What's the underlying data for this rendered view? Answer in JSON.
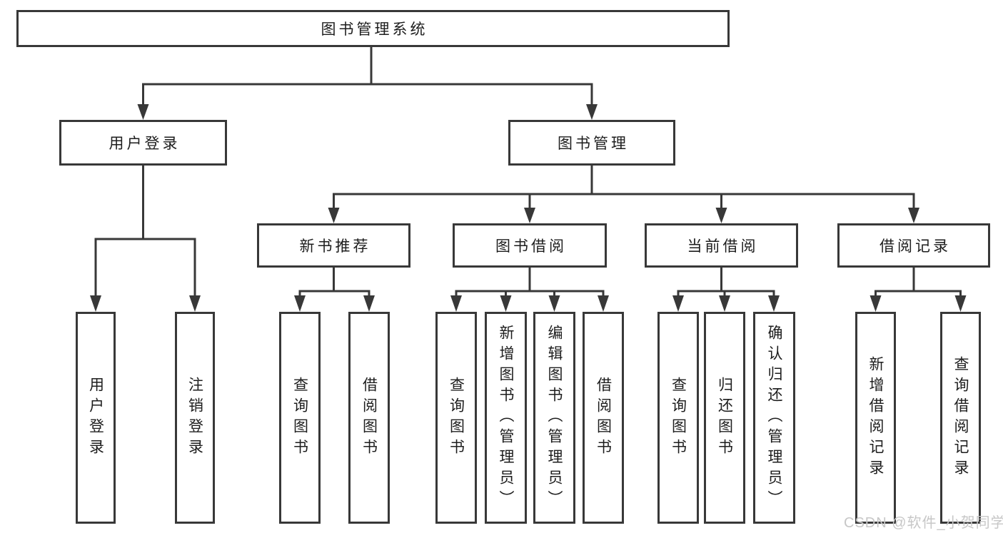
{
  "tree": {
    "label": "图书管理系统",
    "children": [
      {
        "label": "用户登录",
        "children": [
          {
            "label": "用户登录"
          },
          {
            "label": "注销登录"
          }
        ]
      },
      {
        "label": "图书管理",
        "children": [
          {
            "label": "新书推荐",
            "children": [
              {
                "label": "查询图书"
              },
              {
                "label": "借阅图书"
              }
            ]
          },
          {
            "label": "图书借阅",
            "children": [
              {
                "label": "查询图书"
              },
              {
                "label": "新增图书（管理员）"
              },
              {
                "label": "编辑图书（管理员）"
              },
              {
                "label": "借阅图书"
              }
            ]
          },
          {
            "label": "当前借阅",
            "children": [
              {
                "label": "查询图书"
              },
              {
                "label": "归还图书"
              },
              {
                "label": "确认归还（管理员）"
              }
            ]
          },
          {
            "label": "借阅记录",
            "children": [
              {
                "label": "新增借阅记录"
              },
              {
                "label": "查询借阅记录"
              }
            ]
          }
        ]
      }
    ]
  },
  "watermark": {
    "text": "CSDN @软件_小贺同学"
  },
  "colors": {
    "line": "#383838",
    "text": "#1d1d1d",
    "watermark": "#c7c7c7",
    "background": "#ffffff"
  }
}
